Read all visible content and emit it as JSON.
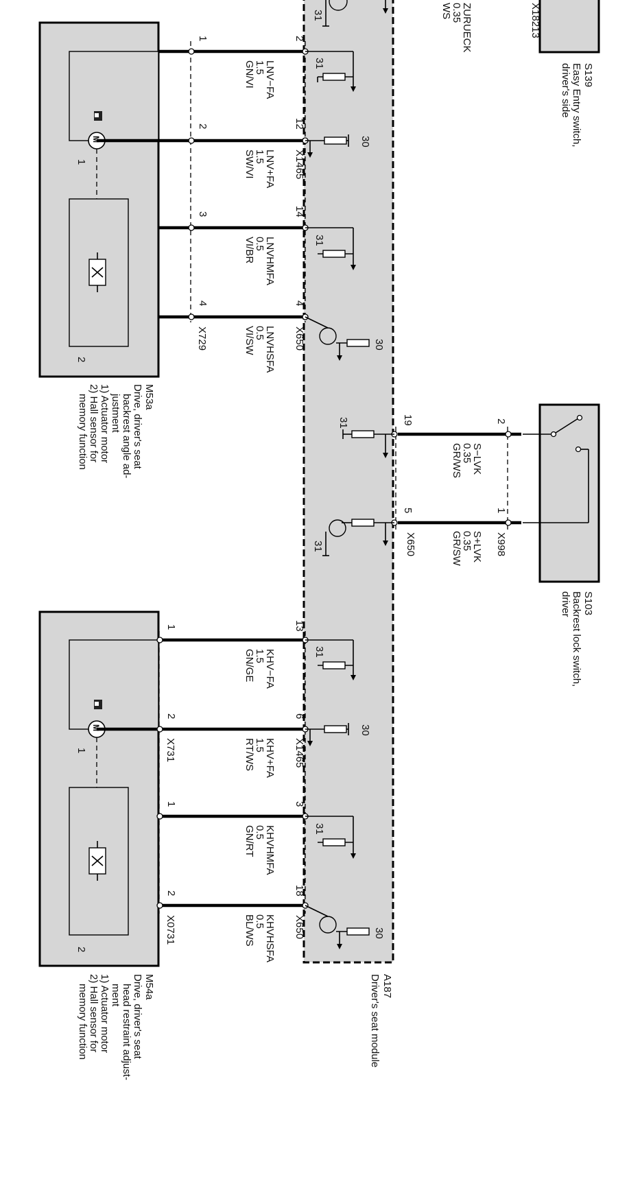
{
  "module": {
    "id": "A187",
    "name": "Driver's seat module"
  },
  "top_connector": {
    "id": "X18213",
    "ground": "31",
    "signal": "ZURUECK",
    "size": "0.35",
    "color": "WS"
  },
  "switches": [
    {
      "id": "S139",
      "desc_line1": "Easy Entry switch,",
      "desc_line2": "driver's side"
    },
    {
      "id": "S103",
      "desc_line1": "Backrest lock switch,",
      "desc_line2": "driver"
    }
  ],
  "s103_wiring": {
    "connector_switch": "X998",
    "connector_module": "X650",
    "wires": [
      {
        "signal": "S−LVK",
        "size": "0.35",
        "color": "GR/WS",
        "pin_switch": "2",
        "pin_module": "19",
        "ref": "31"
      },
      {
        "signal": "S+LVK",
        "size": "0.35",
        "color": "GR/SW",
        "pin_switch": "1",
        "pin_module": "5",
        "ref": "31"
      }
    ]
  },
  "drives": [
    {
      "id": "M53a",
      "desc_line1": "Drive, driver's seat",
      "desc_line2": "backrest angle ad-",
      "desc_line3": "justment",
      "note1": "1) Actuator motor",
      "note2a": "2) Hall sensor for",
      "note2b": "memory function",
      "motor_label": "M",
      "sub1": "1",
      "sub2": "2",
      "connector_drive": "X729",
      "connector_module_a": "X1465",
      "connector_module_b": "X650",
      "wires": [
        {
          "signal": "LNV−FA",
          "size": "1.5",
          "color": "GN/VI",
          "pin_drive": "1",
          "pin_module": "2",
          "ref": "31"
        },
        {
          "signal": "LNV+FA",
          "size": "1.5",
          "color": "SW/VI",
          "pin_drive": "2",
          "pin_module": "12",
          "ref": "30"
        },
        {
          "signal": "LNVHMFA",
          "size": "0.5",
          "color": "VI/BR",
          "pin_drive": "3",
          "pin_module": "14",
          "ref": "31"
        },
        {
          "signal": "LNVHSFA",
          "size": "0.5",
          "color": "VI/SW",
          "pin_drive": "4",
          "pin_module": "4",
          "ref": "30"
        }
      ]
    },
    {
      "id": "M54a",
      "desc_line1": "Drive, driver's seat",
      "desc_line2": "head restraint adjust-",
      "desc_line3": "ment",
      "note1": "1) Actuator motor",
      "note2a": "2) Hall sensor for",
      "note2b": "memory function",
      "motor_label": "M",
      "sub1": "1",
      "sub2": "2",
      "connector_drive_a": "X731",
      "connector_drive_b": "X0731",
      "connector_module_a": "X1465",
      "connector_module_b": "X650",
      "wires": [
        {
          "signal": "KHV−FA",
          "size": "1.5",
          "color": "GN/GE",
          "pin_drive": "1",
          "pin_module": "13",
          "ref": "31"
        },
        {
          "signal": "KHV+FA",
          "size": "1.5",
          "color": "RT/WS",
          "pin_drive": "2",
          "pin_module": "6",
          "ref": "30"
        },
        {
          "signal": "KHVHMFA",
          "size": "0.5",
          "color": "GN/RT",
          "pin_drive": "1",
          "pin_module": "3",
          "ref": "31"
        },
        {
          "signal": "KHVHSFA",
          "size": "0.5",
          "color": "BL/WS",
          "pin_drive": "2",
          "pin_module": "18",
          "ref": "30"
        }
      ]
    }
  ]
}
